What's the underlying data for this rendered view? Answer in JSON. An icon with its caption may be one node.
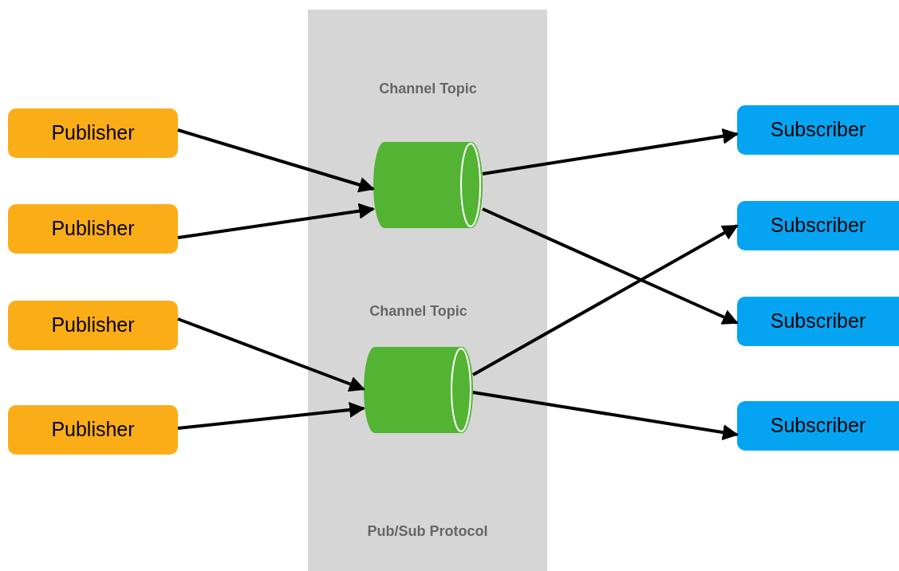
{
  "diagram": {
    "nodes": [
      {
        "text": [
          "Publisher"
        ]
      },
      {
        "text": [
          "Publisher"
        ]
      },
      {
        "text": [
          "Publisher"
        ]
      },
      {
        "text": [
          "Publisher"
        ]
      },
      {
        "text": [
          "Pub/Sub Protocol"
        ]
      },
      {
        "text": [],
        "shape": "cylinder",
        "in": 4,
        "beside": [
          "Channel Topic"
        ]
      },
      {
        "text": [],
        "shape": "cylinder",
        "in": 4,
        "beside": [
          "Channel Topic"
        ]
      },
      {
        "text": [
          "Subscriber"
        ]
      },
      {
        "text": [
          "Subscriber"
        ]
      },
      {
        "text": [
          "Subscriber"
        ]
      },
      {
        "text": [
          "Subscriber"
        ]
      }
    ],
    "edges": [
      {
        "from": 0,
        "to": 5,
        "arrow": "to"
      },
      {
        "from": 1,
        "to": 5,
        "arrow": "to"
      },
      {
        "from": 2,
        "to": 6,
        "arrow": "to"
      },
      {
        "from": 3,
        "to": 6,
        "arrow": "to"
      },
      {
        "from": 5,
        "to": 7,
        "arrow": "to"
      },
      {
        "from": 5,
        "to": 9,
        "arrow": "to"
      },
      {
        "from": 6,
        "to": 8,
        "arrow": "to"
      },
      {
        "from": 6,
        "to": 10,
        "arrow": "to"
      }
    ]
  }
}
